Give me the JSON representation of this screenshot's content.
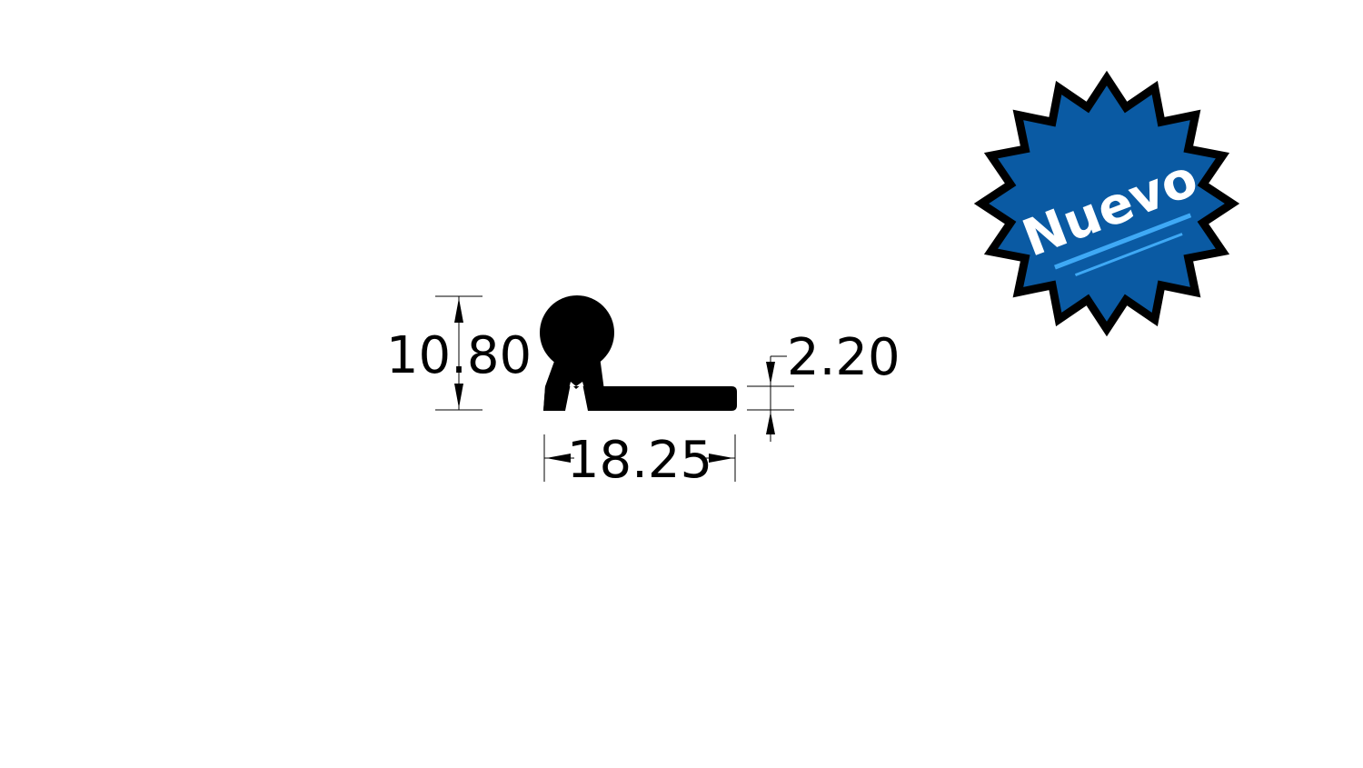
{
  "profile": {
    "height_dimension": "10.80",
    "width_dimension": "18.25",
    "thickness_dimension": "2.20"
  },
  "badge": {
    "label": "Nuevo",
    "fill_color": "#0a5aa3",
    "outline_color": "#000000",
    "accent_color": "#3fa9f5"
  }
}
